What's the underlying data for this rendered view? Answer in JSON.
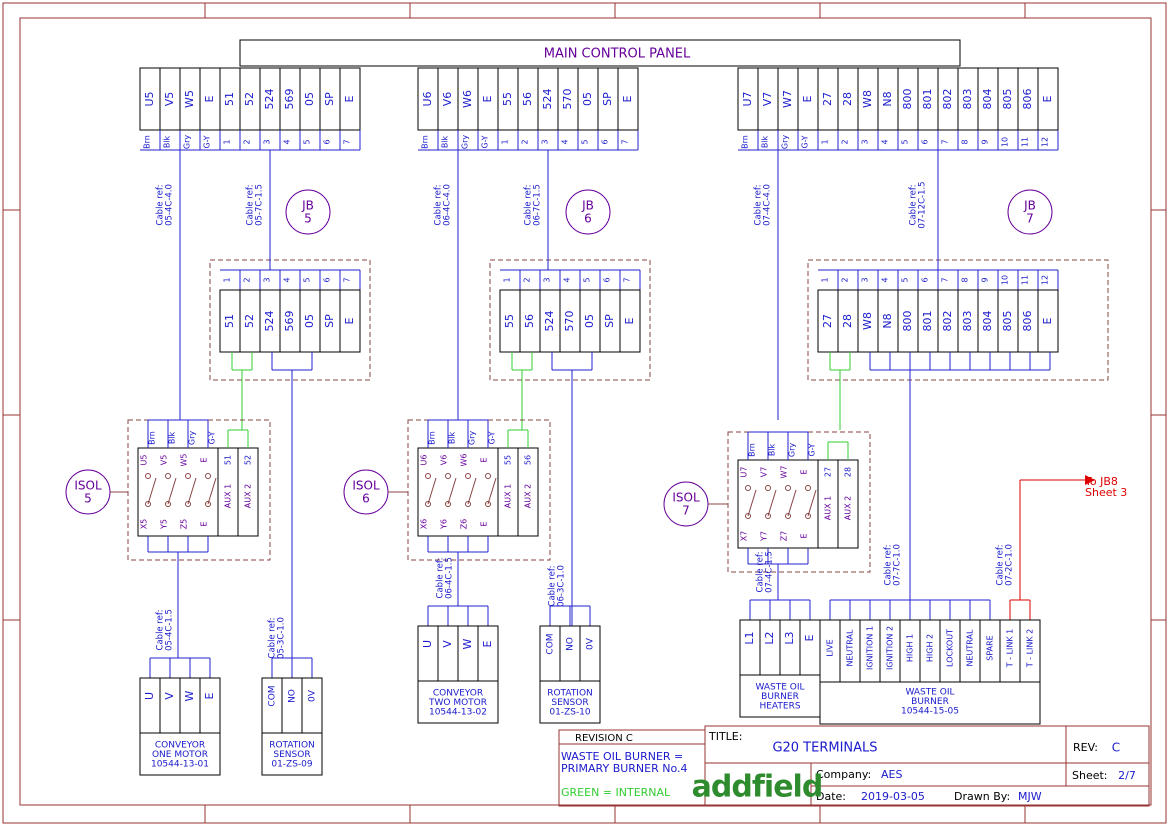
{
  "panel_title": "MAIN CONTROL PANEL",
  "groups": [
    {
      "id": "5",
      "cp_terms": [
        "U5",
        "V5",
        "W5",
        "E",
        "51",
        "52",
        "524",
        "569",
        "05",
        "SP",
        "E"
      ],
      "cp_wire_labels": [
        "Brn",
        "Blk",
        "Gry",
        "G-Y",
        "1",
        "2",
        "3",
        "4",
        "5",
        "6",
        "7"
      ],
      "cable_main_power": "Cable ref:\n05-4C-4.0",
      "cable_main_ctrl": "Cable ref:\n05-7C-1.5",
      "jb_label": "JB\n5",
      "jb_terms": [
        "51",
        "52",
        "524",
        "569",
        "05",
        "SP",
        "E"
      ],
      "jb_nums": [
        "1",
        "2",
        "3",
        "4",
        "5",
        "6",
        "7"
      ],
      "isol_label": "ISOL\n5",
      "isol_top": [
        "U5",
        "V5",
        "W5",
        "E"
      ],
      "isol_top_colors": [
        "Brn",
        "Blk",
        "Gry",
        "G-Y"
      ],
      "isol_bottom": [
        "X5",
        "Y5",
        "Z5",
        "E"
      ],
      "aux_top": [
        "51",
        "52"
      ],
      "aux_labels": [
        "AUX 1",
        "AUX 2"
      ],
      "cable_motor": "Cable ref:\n05-4C-1.5",
      "cable_sensor": "Cable ref:\n05-3C-1.0",
      "motor_terms": [
        "U",
        "V",
        "W",
        "E"
      ],
      "motor_caption": "CONVEYOR\nONE MOTOR\n10544-13-01",
      "sensor_terms": [
        "COM",
        "NO",
        "0V"
      ],
      "sensor_caption": "ROTATION\nSENSOR\n01-ZS-09"
    },
    {
      "id": "6",
      "cp_terms": [
        "U6",
        "V6",
        "W6",
        "E",
        "55",
        "56",
        "524",
        "570",
        "05",
        "SP",
        "E"
      ],
      "cp_wire_labels": [
        "Brn",
        "Blk",
        "Gry",
        "G-Y",
        "1",
        "2",
        "3",
        "4",
        "5",
        "6",
        "7"
      ],
      "cable_main_power": "Cable ref:\n06-4C-4.0",
      "cable_main_ctrl": "Cable ref:\n06-7C-1.5",
      "jb_label": "JB\n6",
      "jb_terms": [
        "55",
        "56",
        "524",
        "570",
        "05",
        "SP",
        "E"
      ],
      "jb_nums": [
        "1",
        "2",
        "3",
        "4",
        "5",
        "6",
        "7"
      ],
      "isol_label": "ISOL\n6",
      "isol_top": [
        "U6",
        "V6",
        "W6",
        "E"
      ],
      "isol_top_colors": [
        "Brn",
        "Blk",
        "Gry",
        "G-Y"
      ],
      "isol_bottom": [
        "X6",
        "Y6",
        "Z6",
        "E"
      ],
      "aux_top": [
        "55",
        "56"
      ],
      "aux_labels": [
        "AUX 1",
        "AUX 2"
      ],
      "cable_motor": "Cable ref:\n06-4C-1.5",
      "cable_sensor": "Cable ref:\n06-3C-1.0",
      "motor_terms": [
        "U",
        "V",
        "W",
        "E"
      ],
      "motor_caption": "CONVEYOR\nTWO MOTOR\n10544-13-02",
      "sensor_terms": [
        "COM",
        "NO",
        "0V"
      ],
      "sensor_caption": "ROTATION\nSENSOR\n01-ZS-10"
    },
    {
      "id": "7",
      "cp_terms": [
        "U7",
        "V7",
        "W7",
        "E",
        "27",
        "28",
        "W8",
        "N8",
        "800",
        "801",
        "802",
        "803",
        "804",
        "805",
        "806",
        "E"
      ],
      "cp_wire_labels": [
        "Brn",
        "Blk",
        "Gry",
        "G-Y",
        "1",
        "2",
        "3",
        "4",
        "5",
        "6",
        "7",
        "8",
        "9",
        "10",
        "11",
        "12"
      ],
      "cable_main_power": "Cable ref:\n07-4C-4.0",
      "cable_main_ctrl": "Cable ref:\n07-12C-1.5",
      "jb_label": "JB\n7",
      "jb_terms": [
        "27",
        "28",
        "W8",
        "N8",
        "800",
        "801",
        "802",
        "803",
        "804",
        "805",
        "806",
        "E"
      ],
      "jb_nums": [
        "1",
        "2",
        "3",
        "4",
        "5",
        "6",
        "7",
        "8",
        "9",
        "10",
        "11",
        "12"
      ],
      "isol_label": "ISOL\n7",
      "isol_top": [
        "U7",
        "V7",
        "W7",
        "E"
      ],
      "isol_top_colors": [
        "Brn",
        "Blk",
        "Gry",
        "G-Y"
      ],
      "isol_bottom": [
        "X7",
        "Y7",
        "Z7",
        "E"
      ],
      "aux_top": [
        "27",
        "28"
      ],
      "aux_labels": [
        "AUX 1",
        "AUX 2"
      ],
      "cable_motor": "Cable ref:\n07-4C-1.5",
      "cable_burner": "Cable ref:\n07-7C-1.0",
      "cable_link": "Cable ref:\n07-2C-1.0",
      "heater_terms": [
        "L1",
        "L2",
        "L3",
        "E"
      ],
      "heater_caption": "WASTE OIL\nBURNER\nHEATERS",
      "burner_terms": [
        "LIVE",
        "NEUTRAL",
        "IGNITION 1",
        "IGNITION 2",
        "HIGH 1",
        "HIGH 2",
        "LOCKOUT",
        "NEUTRAL",
        "SPARE",
        "T - LINK 1",
        "T - LINK 2"
      ],
      "burner_caption": "WASTE OIL\nBURNER\n10544-15-05",
      "to_jb8": "To JB8\nSheet 3"
    }
  ],
  "notes": {
    "revision": "REVISION C",
    "note1": "WASTE OIL BURNER =\nPRIMARY BURNER No.4",
    "note2": "GREEN = INTERNAL"
  },
  "title_block": {
    "title_label": "TITLE:",
    "title": "G20 TERMINALS",
    "rev_label": "REV:",
    "rev": "C",
    "company_label": "Company:",
    "company": "AES",
    "sheet_label": "Sheet:",
    "sheet": "2/7",
    "date_label": "Date:",
    "date": "2019-03-05",
    "drawn_label": "Drawn By:",
    "drawn_by": "MJW",
    "logo": "addfield"
  },
  "colors": {
    "border": "#993333",
    "wire": "#2222cc",
    "internal": "#33cc33",
    "text_blue": "#1a1acc",
    "text_purple": "#660099",
    "dash": "#884444",
    "red": "#dd0000",
    "logo_green": "#2e8b2e"
  }
}
